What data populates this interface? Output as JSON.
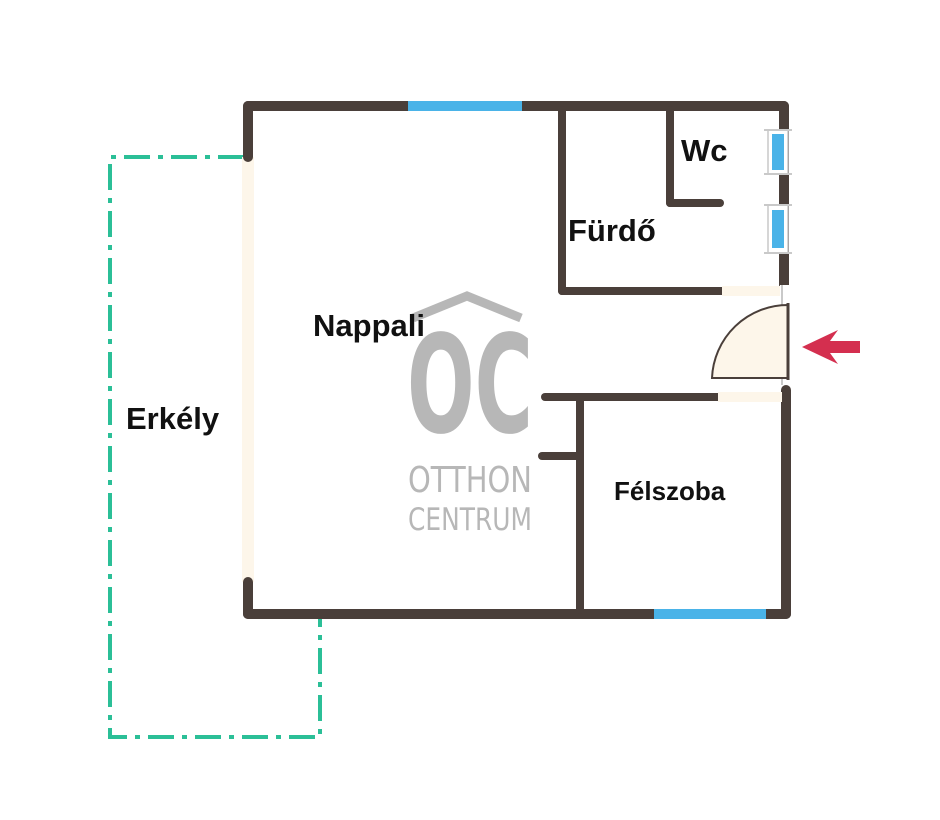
{
  "rooms": {
    "nappali": "Nappali",
    "furdo": "Fürdő",
    "wc": "Wc",
    "erkely": "Erkély",
    "felszoba": "Félszoba"
  },
  "logo": {
    "mark": "OC",
    "line1": "OTTHON",
    "line2": "CENTRUM"
  },
  "colors": {
    "wall": "#4a3f3a",
    "window": "#4ab3e8",
    "balcony_outline": "#2bbf97",
    "opening_fill": "#fdf6ea",
    "entrance_arrow": "#d42f4f",
    "logo": "#b4b4b4"
  },
  "icons": {
    "entrance": "entrance-arrow-icon",
    "door": "door-swing-icon",
    "logo": "otthon-centrum-logo"
  }
}
